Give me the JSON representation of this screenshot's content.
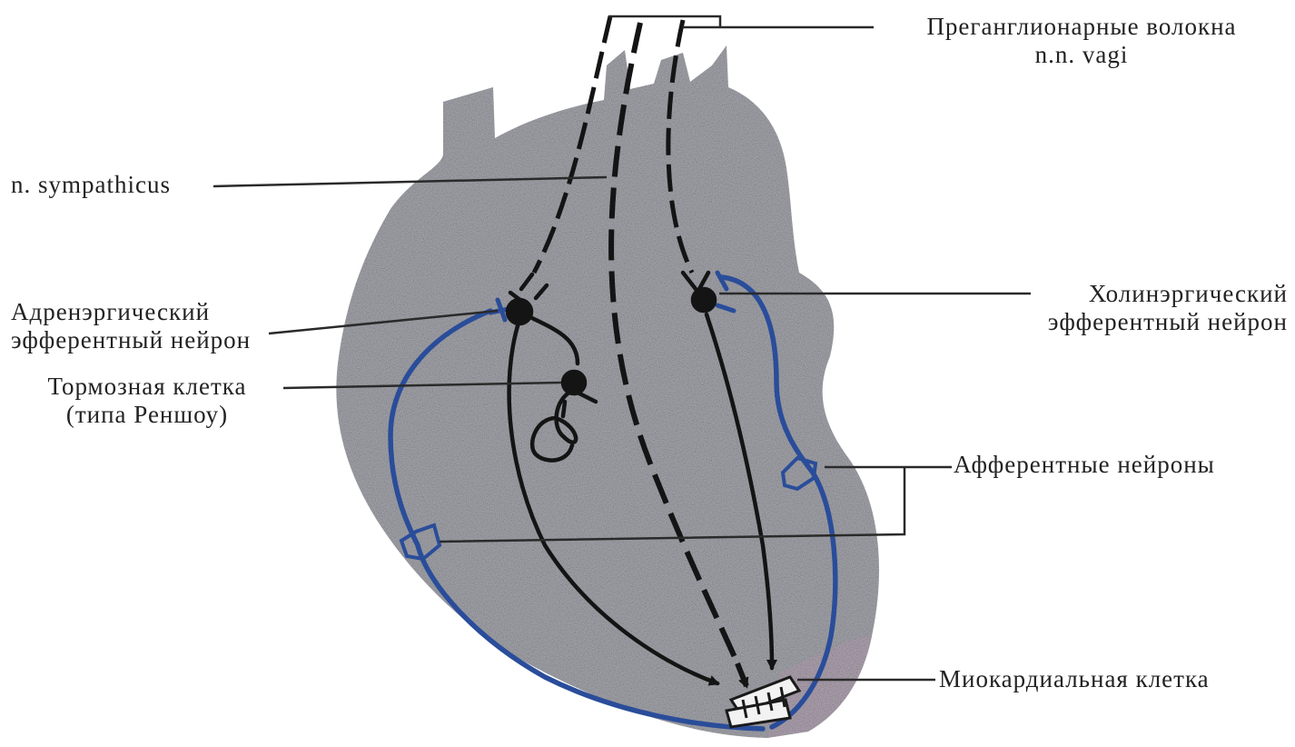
{
  "diagram": {
    "labels": {
      "preganglionic_line1": "Преганглионарные волокна",
      "preganglionic_line2": "n.n. vagi",
      "sympathicus": "n. sympathicus",
      "adrenergic_line1": "Адренэргический",
      "adrenergic_line2": "эфферентный нейрон",
      "inhibitory_line1": "Тормозная клетка",
      "inhibitory_line2": "(типа Реншоу)",
      "cholinergic_line1": "Холинэргический",
      "cholinergic_line2": "эфферентный нейрон",
      "afferent": "Афферентные нейроны",
      "myocardial": "Миокардиальная клетка"
    },
    "colors": {
      "heart_fill": "#a9aab1",
      "heart_tint": "#b6a7b8",
      "afferent_blue": "#2a4d9a",
      "efferent_black": "#141414",
      "leader_line": "#2a2a2a"
    }
  }
}
